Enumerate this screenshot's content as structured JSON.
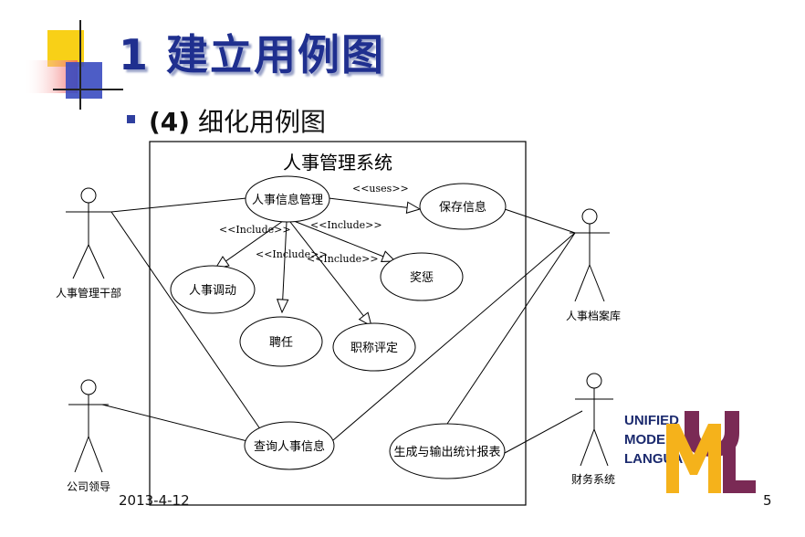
{
  "slide": {
    "title": "1 建立用例图",
    "subtitle_num": "(4)",
    "subtitle_text": " 细化用例图",
    "date": "2013-4-12",
    "page": "5"
  },
  "diagram": {
    "system_name": "人事管理系统",
    "use_cases": {
      "info_mgmt": "人事信息管理",
      "save_info": "保存信息",
      "transfer": "人事调动",
      "reward": "奖惩",
      "hire": "聘任",
      "title_eval": "职称评定",
      "query": "查询人事信息",
      "report": "生成与输出统计报表"
    },
    "actors": {
      "hr_staff": "人事管理干部",
      "archive": "人事档案库",
      "leader": "公司领导",
      "finance": "财务系统"
    },
    "stereotypes": {
      "uses": "<<uses>>",
      "inc_transfer": "<<Include>>",
      "inc_reward": "<<Include>>",
      "inc_hire": "<<Include>>",
      "inc_title": "<<Include>>"
    }
  },
  "logo": {
    "words": [
      "UNIFIED",
      "MODELING",
      "LANGUAGE"
    ],
    "colors": {
      "u": "#7a2a55",
      "m": "#f5b21b",
      "l": "#7a2a55"
    }
  }
}
